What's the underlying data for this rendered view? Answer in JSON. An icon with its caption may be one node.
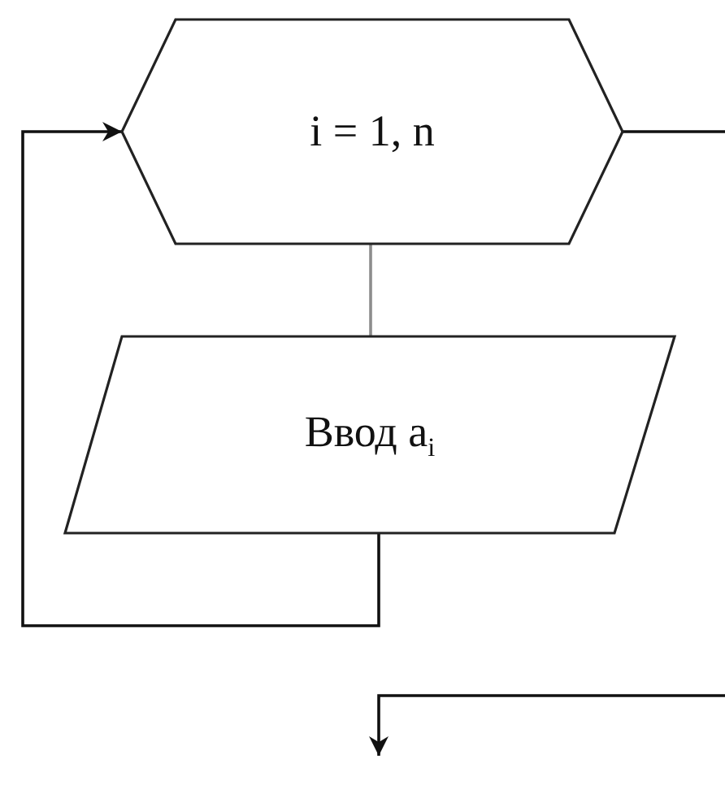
{
  "diagram": {
    "nodes": [
      {
        "text": [
          "i = 1, n"
        ]
      },
      {
        "text": [
          "Ввод a$_{i}$"
        ]
      }
    ],
    "edges": [
      {
        "from": 0,
        "to": 1,
        "arrow": "none",
        "color": "#8c8c8c"
      },
      {
        "from": 1,
        "to": 0,
        "arrow": "to"
      },
      {
        "from": 0,
        "to": null,
        "arrow": "to"
      }
    ]
  }
}
